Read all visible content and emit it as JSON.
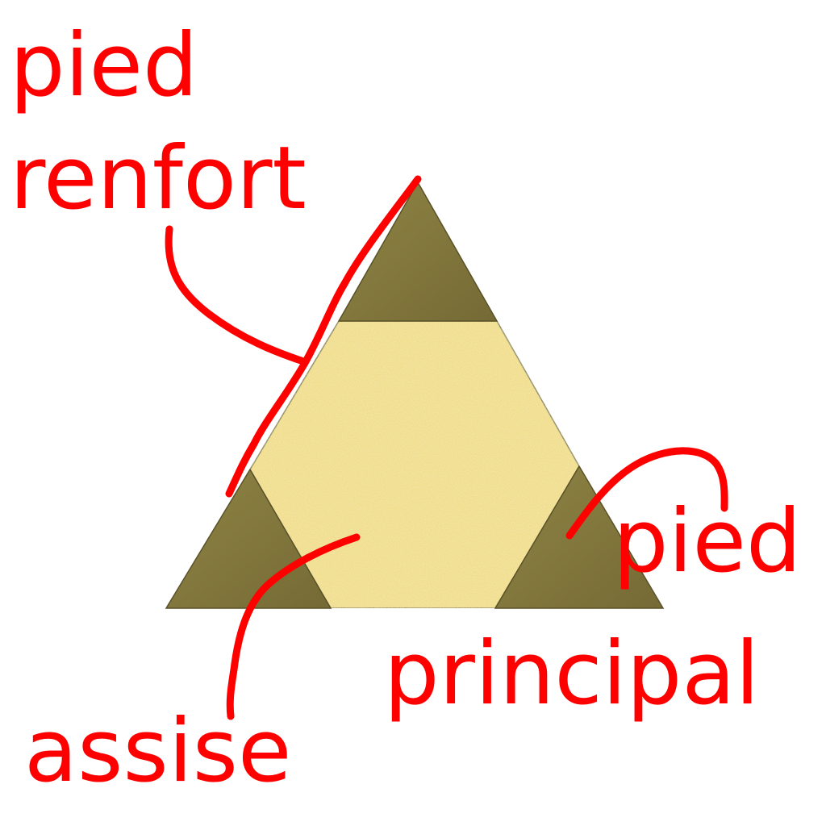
{
  "labels": {
    "pied_renfort": {
      "line1": "pied",
      "line2": "renfort"
    },
    "pied_principal": {
      "line1": "pied",
      "line2": "principal"
    },
    "assise": {
      "text": "assise"
    }
  },
  "colors": {
    "annotation": "#ff0000",
    "seat_fill": "#ecd67a",
    "seat_speckle": "#f7ea9e",
    "leg_fill": "#8a7d40",
    "leg_shade": "#726732",
    "outline": "#5a5228",
    "background": "#ffffff"
  }
}
